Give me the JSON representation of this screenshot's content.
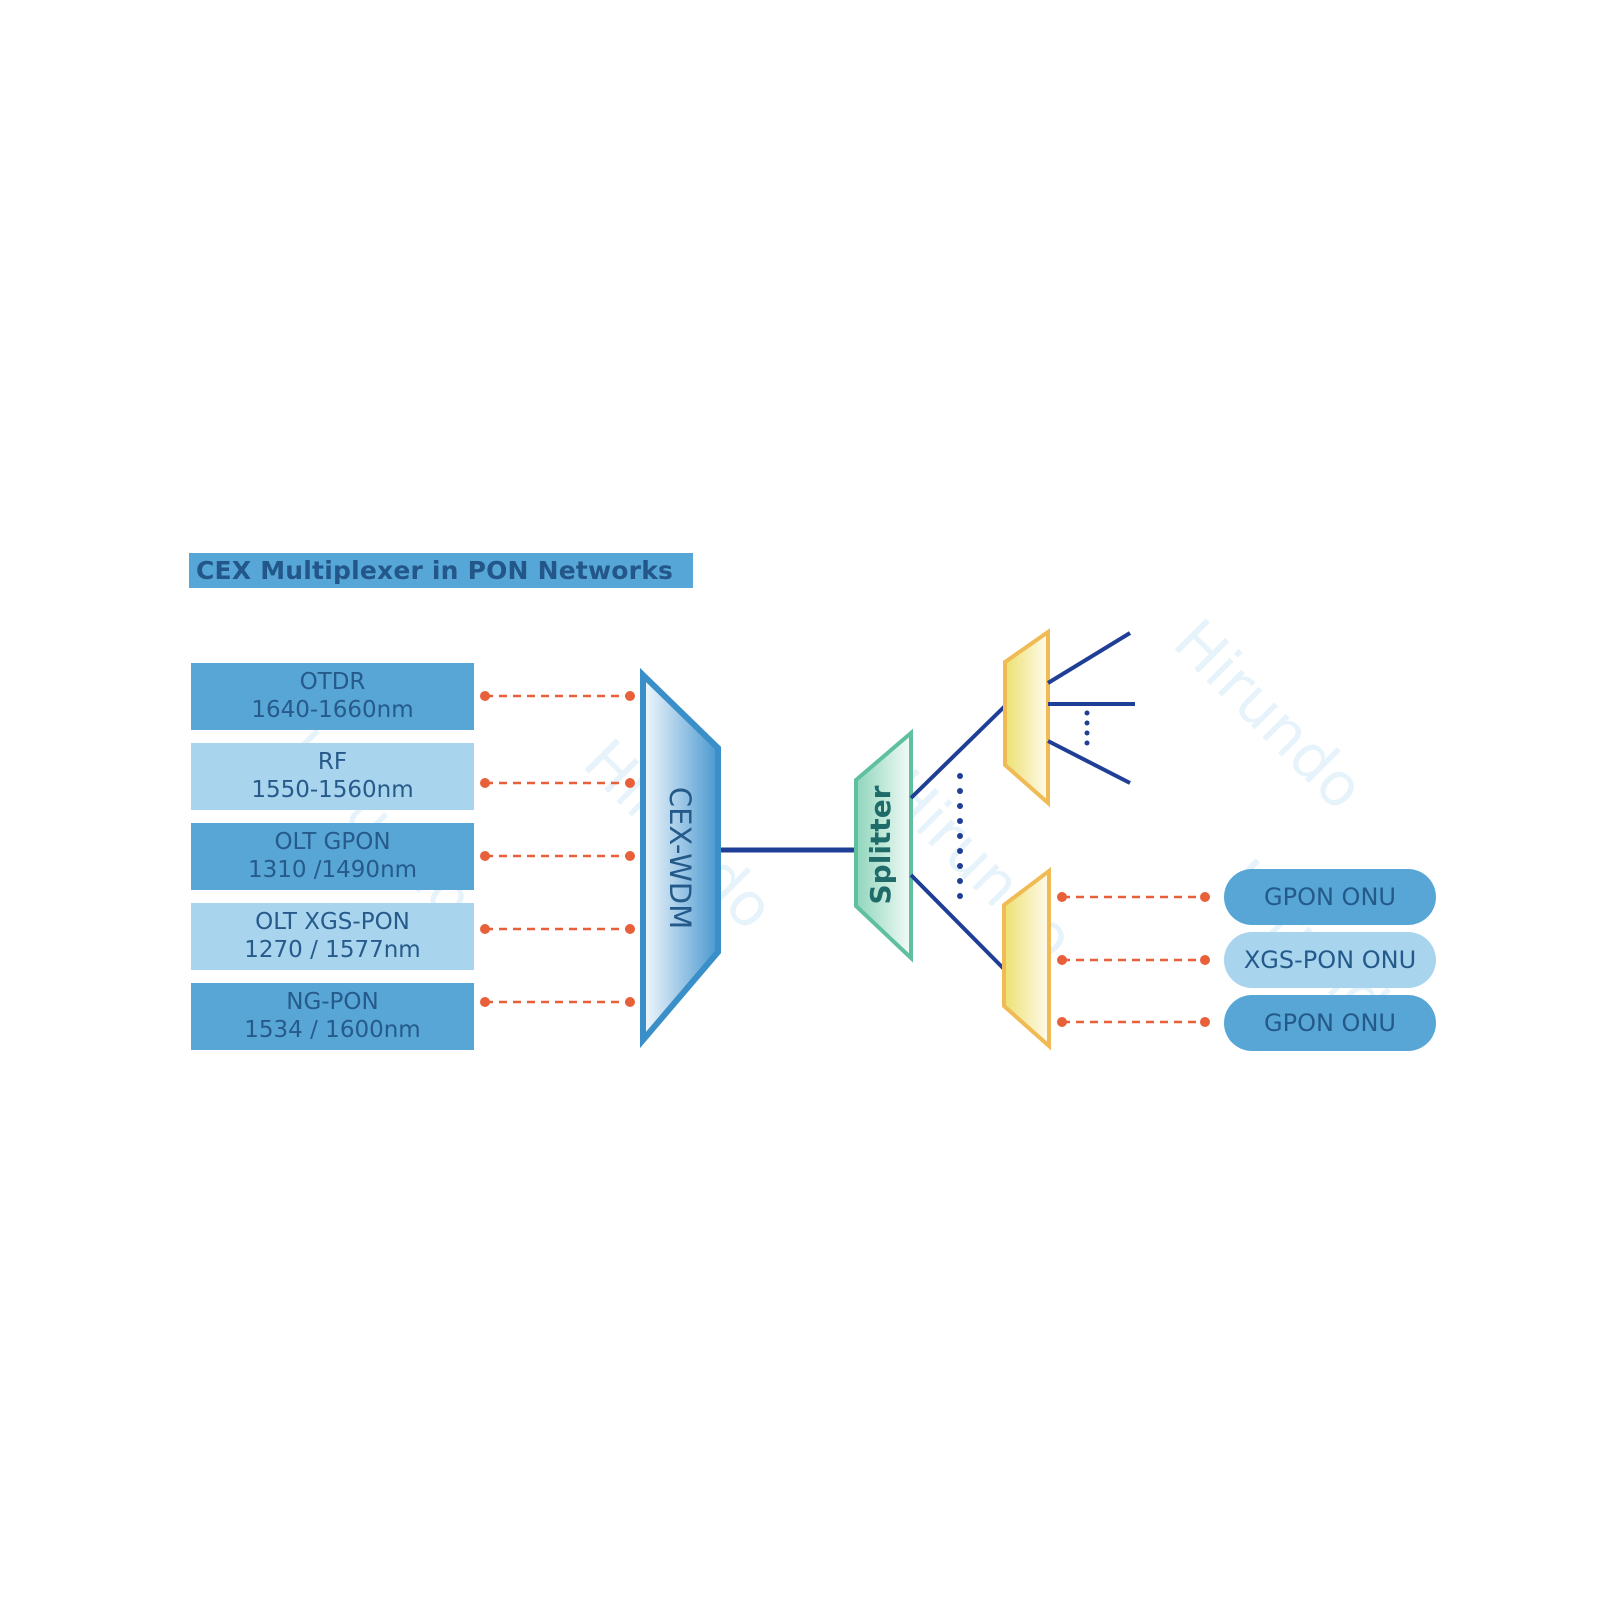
{
  "title": "CEX Multiplexer in PON Networks",
  "sources": [
    {
      "name": "OTDR",
      "wavelength": "1640-1660nm",
      "shade": "dark"
    },
    {
      "name": "RF",
      "wavelength": "1550-1560nm",
      "shade": "light"
    },
    {
      "name": "OLT GPON",
      "wavelength": "1310 /1490nm",
      "shade": "dark"
    },
    {
      "name": "OLT XGS-PON",
      "wavelength": "1270 / 1577nm",
      "shade": "light"
    },
    {
      "name": "NG-PON",
      "wavelength": "1534 / 1600nm",
      "shade": "dark"
    }
  ],
  "mux_label": "CEX-WDM",
  "splitter_label": "Splitter",
  "onus": [
    {
      "label": "GPON ONU",
      "shade": "dark"
    },
    {
      "label": "XGS-PON ONU",
      "shade": "light"
    },
    {
      "label": "GPON ONU",
      "shade": "dark"
    }
  ],
  "watermark": "Hirundo",
  "colors": {
    "title_bg": "#56a7d7",
    "box_dark": "#57a6d6",
    "box_light": "#a8d4ee",
    "text": "#265a8a",
    "fiber": "#1f3f97",
    "dashed": "#e8603a",
    "mux_border": "#3a8fc8",
    "splitter_border": "#5fc0a0",
    "sub_splitter_border": "#f0bb55"
  }
}
